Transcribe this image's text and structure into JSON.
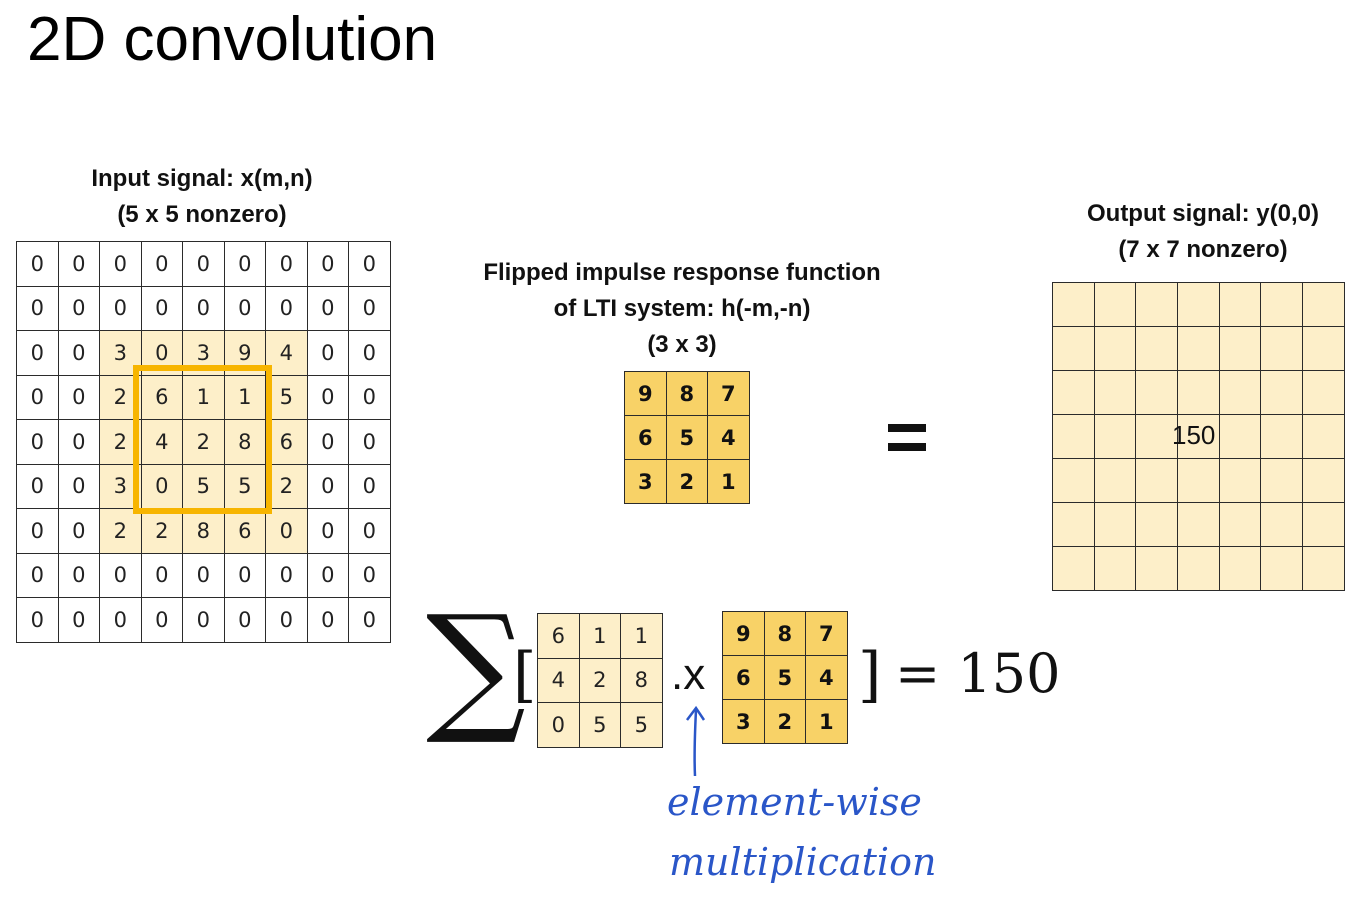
{
  "title": "2D convolution",
  "input": {
    "label_line1": "Input signal: x(m,n)",
    "label_line2": "(5 x 5 nonzero)",
    "rows": [
      [
        "0",
        "0",
        "0",
        "0",
        "0",
        "0",
        "0",
        "0",
        "0"
      ],
      [
        "0",
        "0",
        "0",
        "0",
        "0",
        "0",
        "0",
        "0",
        "0"
      ],
      [
        "0",
        "0",
        "3",
        "0",
        "3",
        "9",
        "4",
        "0",
        "0"
      ],
      [
        "0",
        "0",
        "2",
        "6",
        "1",
        "1",
        "5",
        "0",
        "0"
      ],
      [
        "0",
        "0",
        "2",
        "4",
        "2",
        "8",
        "6",
        "0",
        "0"
      ],
      [
        "0",
        "0",
        "3",
        "0",
        "5",
        "5",
        "2",
        "0",
        "0"
      ],
      [
        "0",
        "0",
        "2",
        "2",
        "8",
        "6",
        "0",
        "0",
        "0"
      ],
      [
        "0",
        "0",
        "0",
        "0",
        "0",
        "0",
        "0",
        "0",
        "0"
      ],
      [
        "0",
        "0",
        "0",
        "0",
        "0",
        "0",
        "0",
        "0",
        "0"
      ]
    ]
  },
  "kernel": {
    "label_line1": "Flipped impulse response function",
    "label_line2": "of LTI system: h(-m,-n)",
    "label_line3": "(3 x 3)",
    "rows": [
      [
        "9",
        "8",
        "7"
      ],
      [
        "6",
        "5",
        "4"
      ],
      [
        "3",
        "2",
        "1"
      ]
    ]
  },
  "equals": "=",
  "output": {
    "label_line1": "Output signal: y(0,0)",
    "label_line2": "(7 x 7 nonzero)",
    "value": "150"
  },
  "formula": {
    "sigma": "∑",
    "open_bracket": "[",
    "close_bracket": "]",
    "window_rows": [
      [
        "6",
        "1",
        "1"
      ],
      [
        "4",
        "2",
        "8"
      ],
      [
        "0",
        "5",
        "5"
      ]
    ],
    "operator": ".x",
    "result": "= 150"
  },
  "annotation": {
    "line1": "element-wise",
    "line2": "multiplication"
  },
  "colors": {
    "highlight": "#f7b500",
    "cell_light": "#fdefc9",
    "cell_kernel": "#f8d267",
    "handwriting": "#2a56c8"
  }
}
